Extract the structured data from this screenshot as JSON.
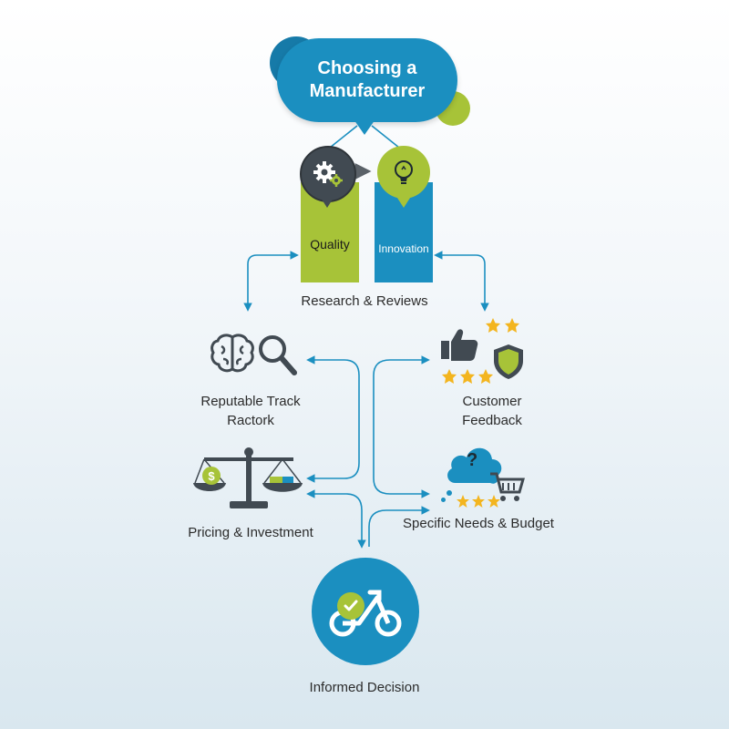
{
  "title": "Choosing a\nManufacturer",
  "pillars": {
    "quality": "Quality",
    "innovation": "Innovation"
  },
  "research_label": "Research & Reviews",
  "nodes": {
    "track_record": "Reputable Track\nRactork",
    "customer_feedback": "Customer\nFeedback",
    "pricing": "Pricing & Investment",
    "needs_budget": "Specific Needs & Budget",
    "decision": "Informed Decision"
  },
  "icon_glyphs": {
    "dollar": "$",
    "question": "?"
  },
  "colors": {
    "blue": "#1b8fc0",
    "green": "#a7c338",
    "dark": "#414a52",
    "gold": "#f3b51f",
    "line": "#1b8fc0"
  },
  "icons": [
    "gears-icon",
    "lightbulb-icon",
    "brain-icon",
    "magnifier-icon",
    "thumbs-up-icon",
    "shield-icon",
    "star-icon",
    "scale-icon",
    "cloud-icon",
    "shopping-cart-icon",
    "bicycle-icon",
    "checkmark-icon"
  ]
}
